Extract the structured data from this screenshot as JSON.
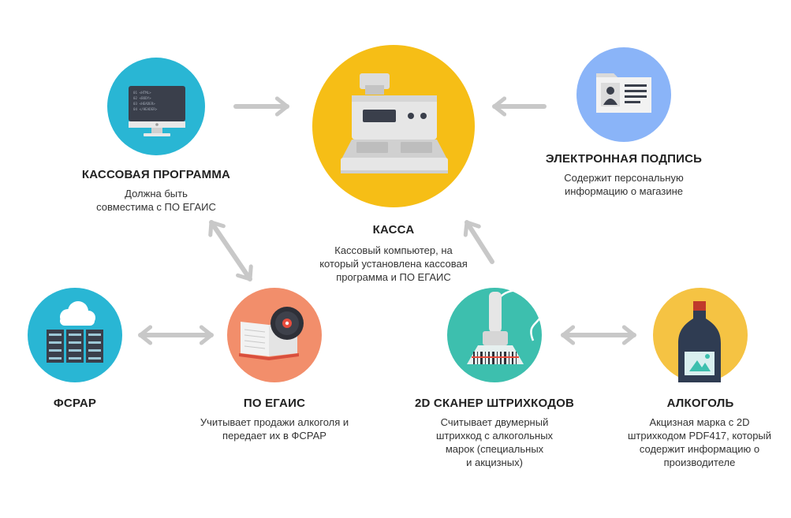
{
  "nodes": {
    "register": {
      "title": "КАССА",
      "description": "Кассовый компьютер, на\nкоторый установлена кассовая\nпрограмма и ПО ЕГАИС",
      "icon": "cash-register-icon",
      "color": "#F6BE16"
    },
    "software": {
      "title": "КАССОВАЯ ПРОГРАММА",
      "description": "Должна быть\nсовместима с ПО ЕГАИС",
      "icon": "computer-monitor-icon",
      "color": "#29B6D4"
    },
    "signature": {
      "title": "ЭЛЕКТРОННАЯ ПОДПИСЬ",
      "description": "Содержит персональную\nинформацию о магазине",
      "icon": "id-card-icon",
      "color": "#8AB4F8"
    },
    "fsrar": {
      "title": "ФСРАР",
      "description": "",
      "icon": "cloud-server-icon",
      "color": "#29B6D4"
    },
    "egais": {
      "title": "ПО ЕГАИС",
      "description": "Учитывает продажи алкоголя и\nпередает их в ФСРАР",
      "icon": "book-disc-icon",
      "color": "#F28E6B"
    },
    "scanner": {
      "title": "2D СКАНЕР ШТРИХКОДОВ",
      "description": "Считывает двумерный\nштрихкод с алкогольных\nмарок (специальных\nи акцизных)",
      "icon": "barcode-scanner-icon",
      "color": "#3DBFAE"
    },
    "alcohol": {
      "title": "АЛКОГОЛЬ",
      "description": "Акцизная марка с 2D\nштрихкодом PDF417, который\nсодержит информацию о\nпроизводителе",
      "icon": "wine-bottle-icon",
      "color": "#F5C343"
    }
  },
  "connections": [
    {
      "from": "software",
      "to": "register",
      "direction": "one-way"
    },
    {
      "from": "signature",
      "to": "register",
      "direction": "one-way"
    },
    {
      "from": "scanner",
      "to": "register",
      "direction": "one-way"
    },
    {
      "from": "software",
      "to": "egais",
      "direction": "two-way"
    },
    {
      "from": "fsrar",
      "to": "egais",
      "direction": "two-way"
    },
    {
      "from": "scanner",
      "to": "alcohol",
      "direction": "two-way"
    }
  ],
  "colors": {
    "arrow": "#C8C8C8",
    "icon_dark": "#3A3F4B",
    "icon_light": "#E8E8E8"
  }
}
